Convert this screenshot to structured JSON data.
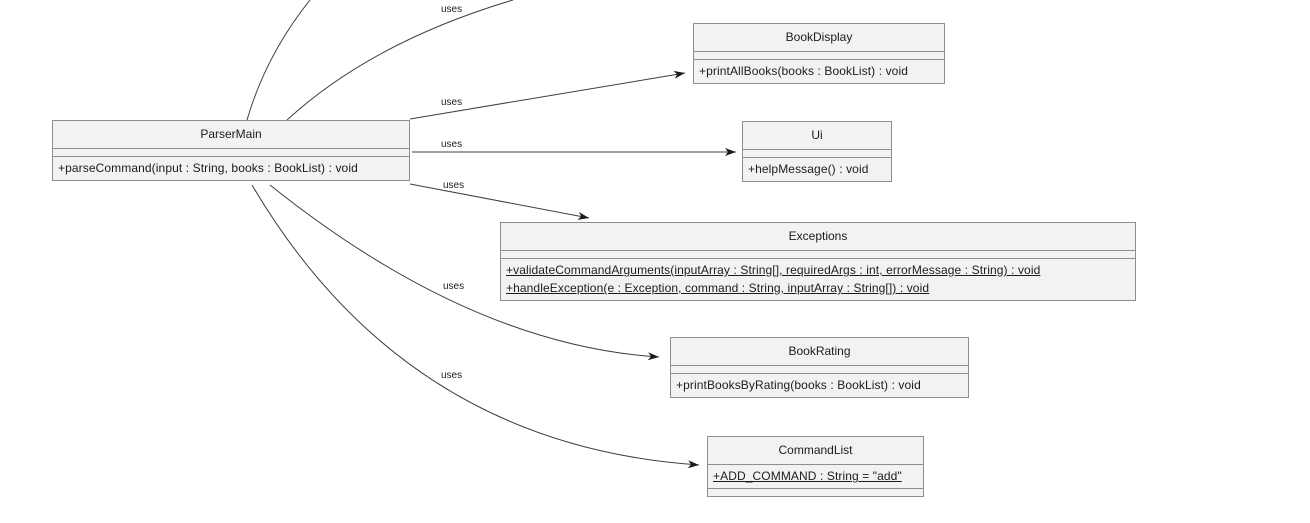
{
  "diagram": {
    "type": "uml-class-diagram",
    "classes": [
      {
        "name": "ParserMain",
        "attributes": [],
        "methods": [
          {
            "text": "+parseCommand(input : String, books : BookList) : void",
            "static": false
          }
        ]
      },
      {
        "name": "BookDisplay",
        "attributes": [],
        "methods": [
          {
            "text": "+printAllBooks(books : BookList) : void",
            "static": false
          }
        ]
      },
      {
        "name": "Ui",
        "attributes": [],
        "methods": [
          {
            "text": "+helpMessage() : void",
            "static": false
          }
        ]
      },
      {
        "name": "Exceptions",
        "attributes": [],
        "methods": [
          {
            "text": "+validateCommandArguments(inputArray : String[], requiredArgs : int, errorMessage : String) : void",
            "static": true
          },
          {
            "text": "+handleException(e : Exception, command : String, inputArray : String[]) : void",
            "static": true
          }
        ]
      },
      {
        "name": "BookRating",
        "attributes": [],
        "methods": [
          {
            "text": "+printBooksByRating(books : BookList) : void",
            "static": false
          }
        ]
      },
      {
        "name": "CommandList",
        "attributes": [
          {
            "text": "+ADD_COMMAND : String = \"add\"",
            "static": true
          }
        ],
        "methods": []
      }
    ],
    "edges": [
      {
        "from": "ParserMain",
        "to": "off-canvas-top-left",
        "label": ""
      },
      {
        "from": "ParserMain",
        "to": "off-canvas-top",
        "label": "uses"
      },
      {
        "from": "ParserMain",
        "to": "BookDisplay",
        "label": "uses"
      },
      {
        "from": "ParserMain",
        "to": "Ui",
        "label": "uses"
      },
      {
        "from": "ParserMain",
        "to": "Exceptions",
        "label": "uses"
      },
      {
        "from": "ParserMain",
        "to": "BookRating",
        "label": "uses"
      },
      {
        "from": "ParserMain",
        "to": "CommandList",
        "label": "uses"
      }
    ],
    "colors": {
      "box_fill": "#f2f2f2",
      "box_border": "#8e8e8e",
      "edge_line": "#3f3f3f",
      "text": "#1c1c1c",
      "background": "#ffffff"
    }
  }
}
